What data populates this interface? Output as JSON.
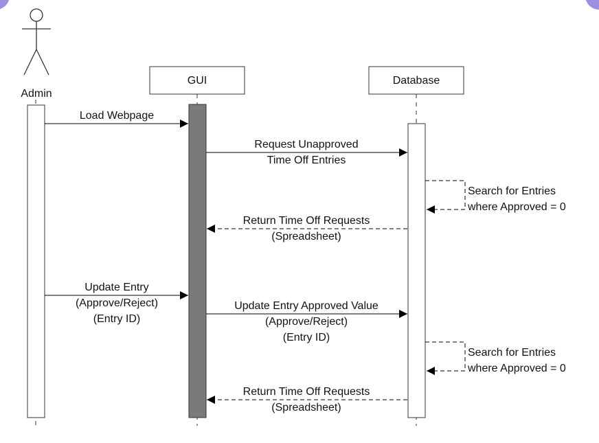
{
  "actors": {
    "admin": {
      "label": "Admin"
    },
    "gui": {
      "label": "GUI"
    },
    "database": {
      "label": "Database"
    }
  },
  "messages": [
    {
      "lines": [
        "Load Webpage"
      ]
    },
    {
      "lines": [
        "Request Unapproved",
        "Time Off Entries"
      ]
    },
    {
      "lines": [
        "Search for Entries",
        "where Approved = 0"
      ]
    },
    {
      "lines": [
        "Return Time Off Requests",
        "(Spreadsheet)"
      ]
    },
    {
      "lines": [
        "Update Entry",
        "(Approve/Reject)",
        "(Entry ID)"
      ]
    },
    {
      "lines": [
        "Update Entry Approved Value",
        "(Approve/Reject)",
        "(Entry ID)"
      ]
    },
    {
      "lines": [
        "Search for Entries",
        "where Approved = 0"
      ]
    },
    {
      "lines": [
        "Return Time Off Requests",
        "(Spreadsheet)"
      ]
    }
  ],
  "colors": {
    "gui_activation": "#7a7a7a",
    "corner_accent": "#9b8fe0"
  }
}
